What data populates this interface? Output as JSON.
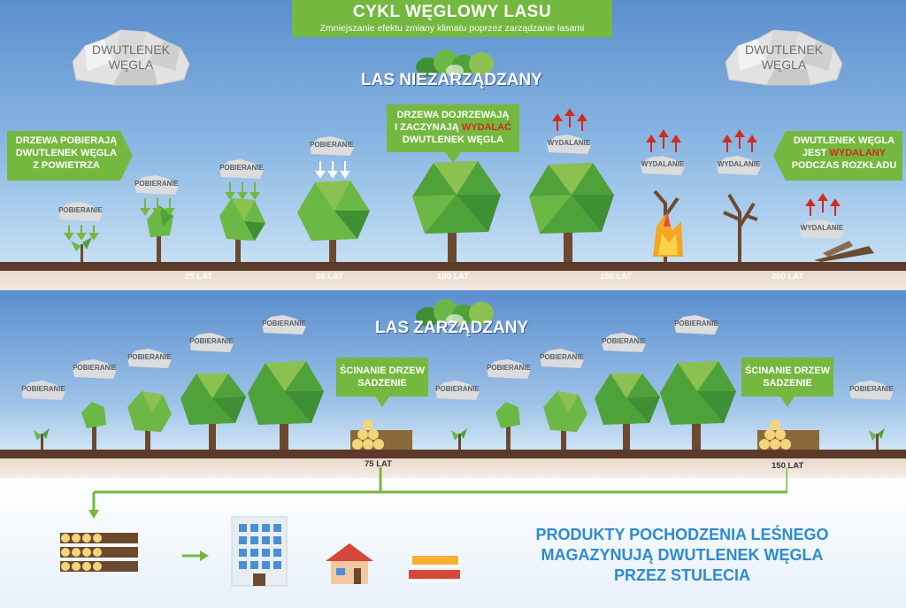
{
  "header": {
    "title": "CYKL WĘGLOWY LASU",
    "subtitle": "Zmniejszanie efektu zmiany klimatu poprzez zarządzanie lasami"
  },
  "clouds": {
    "left": [
      "DWUTLENEK",
      "WĘGLA"
    ],
    "right": [
      "DWUTLENEK",
      "WĘGLA"
    ]
  },
  "unmanaged": {
    "title": "LAS NIEZARZĄDZANY",
    "box_left": [
      "DRZEWA POBIERAJĄ",
      "DWUTLENEK WĘGLA",
      "Z POWIETRZA"
    ],
    "box_center_1": "DRZEWA DOJRZEWAJĄ",
    "box_center_2a": "I ZACZYNAJĄ ",
    "box_center_2b": "WYDALAĆ",
    "box_center_3": "DWUTLENEK WĘGLA",
    "box_right_1": "DWUTLENEK WĘGLA",
    "box_right_2a": "JEST ",
    "box_right_2b": "WYDALANY",
    "box_right_3": "PODCZAS ROZKŁADU",
    "intake_label": "POBIERANIE",
    "release_label": "WYDALANIE",
    "years": [
      "25 LAT",
      "50 LAT",
      "100 LAT",
      "150 LAT",
      "200 LAT"
    ]
  },
  "managed": {
    "title": "LAS ZARZĄDZANY",
    "intake_label": "POBIERANIE",
    "harvest_box": [
      "ŚCINANIE DRZEW",
      "SADZENIE"
    ],
    "years": [
      "75 LAT",
      "150 LAT"
    ]
  },
  "products": {
    "text": [
      "PRODUKTY POCHODZENIA LEŚNEGO",
      "MAGAZYNUJĄ  DWUTLENEK WĘGLA",
      "PRZEZ STULECIA"
    ]
  },
  "colors": {
    "green": "#74b83f",
    "tree_green": "#4fa23a",
    "trunk": "#6b4a2f",
    "soil": "#5c3a2a",
    "red_arrow": "#d32a1f",
    "blue_text": "#2d8bd0"
  }
}
